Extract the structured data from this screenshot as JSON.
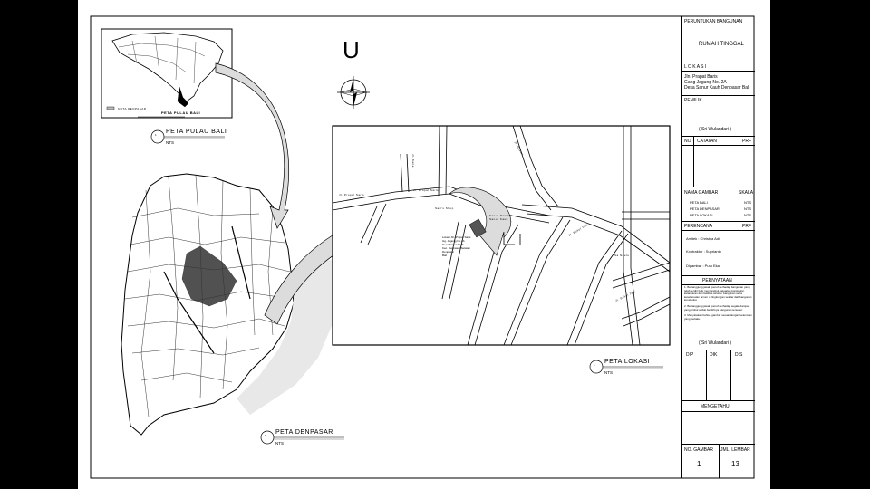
{
  "callouts": {
    "bali": {
      "number": "1",
      "title": "PETA PULAU BALI",
      "scale": "NTS"
    },
    "denpasar": {
      "number": "1",
      "title": "PETA DENPASAR",
      "scale": "NTS"
    },
    "lokasi": {
      "number": "1",
      "title": "PETA LOKASI",
      "scale": "NTS"
    }
  },
  "inset": {
    "title": "PETA PULAU BALI",
    "legend": "KOTA DENPASAR"
  },
  "north": {
    "letter": "U"
  },
  "location_map": {
    "streets": [
      "Jl. Propal Sarls",
      "Jl. Propal Sarls",
      "Jl. Kanal",
      "Jl. Bakari",
      "Jl. Bukul Tani",
      "Jl. Bukul Tani",
      "Sa Ngelu"
    ],
    "labels": {
      "site": "Sari's Shop",
      "school": "Sanur Pamaka\nSanur Kauh"
    },
    "site_note": [
      "Lokasi Jln. Propal Sarls",
      "Gg. Jagung No.2A",
      "Desa Sanur Kauh",
      "Kec. Denpasar Selatan",
      "Denpasar",
      "Bali"
    ]
  },
  "title_block": {
    "peruntukan_label": "PERUNTUKAN BANGUNAN",
    "peruntukan_value": "RUMAH TINGGAL",
    "lokasi_label": "L O K A S I",
    "lokasi_lines": [
      "Jln. Prapat Baris",
      "Gang Jagung No. 2A",
      "Desa Sanur Kauh Denpasar Bali"
    ],
    "pemilik_label": "PEMILIK",
    "pemilik_value": "( Sri Wulandari )",
    "catatan_headers": [
      "NO",
      "CATATAN",
      "PRF"
    ],
    "nama_gambar_label": "NAMA GAMBAR",
    "skala_label": "SKALA",
    "drawings": [
      {
        "name": "PETA BALI",
        "scale": "NTS"
      },
      {
        "name": "PETA DENPASAR",
        "scale": "NTS"
      },
      {
        "name": "PETA LOKASI",
        "scale": "NTS"
      }
    ],
    "perencana_label": "PERENCANA",
    "perencana_prf": "PRF",
    "arsitek": "Arsitek : Christya Adi",
    "kontraktor": "Kontraktor : Suprianto",
    "digambar": "Digambar : Putu Eka",
    "pernyataan_label": "PERNYATAAN",
    "pernyataan_items": [
      "1. Bertanggung jawab penuh terhadap bangunan yang telah terdiri baik menyangkut kekuatan konstruksi, kelancaran dan fasilitas struktur bangunan serta keselamatan umum di lingkungan sekitar dari bangunan konstruksi.",
      "2. Bertanggung jawab penuh terhadap segala dampak yang timbul akibat berdirinya bangunan tersebut.",
      "3. Menyatakan bahwa gambar sesuai dengan ketentuan yang berlaku."
    ],
    "signature": "( Sri Wulandari )",
    "approval_headers": [
      "DIP",
      "DIK",
      "DIS"
    ],
    "mengetahui": "MENGETAHUI",
    "no_gambar_label": "NO. GAMBAR",
    "jml_lembar_label": "JML. LEMBAR",
    "no_gambar": "1",
    "jml_lembar": "13"
  }
}
